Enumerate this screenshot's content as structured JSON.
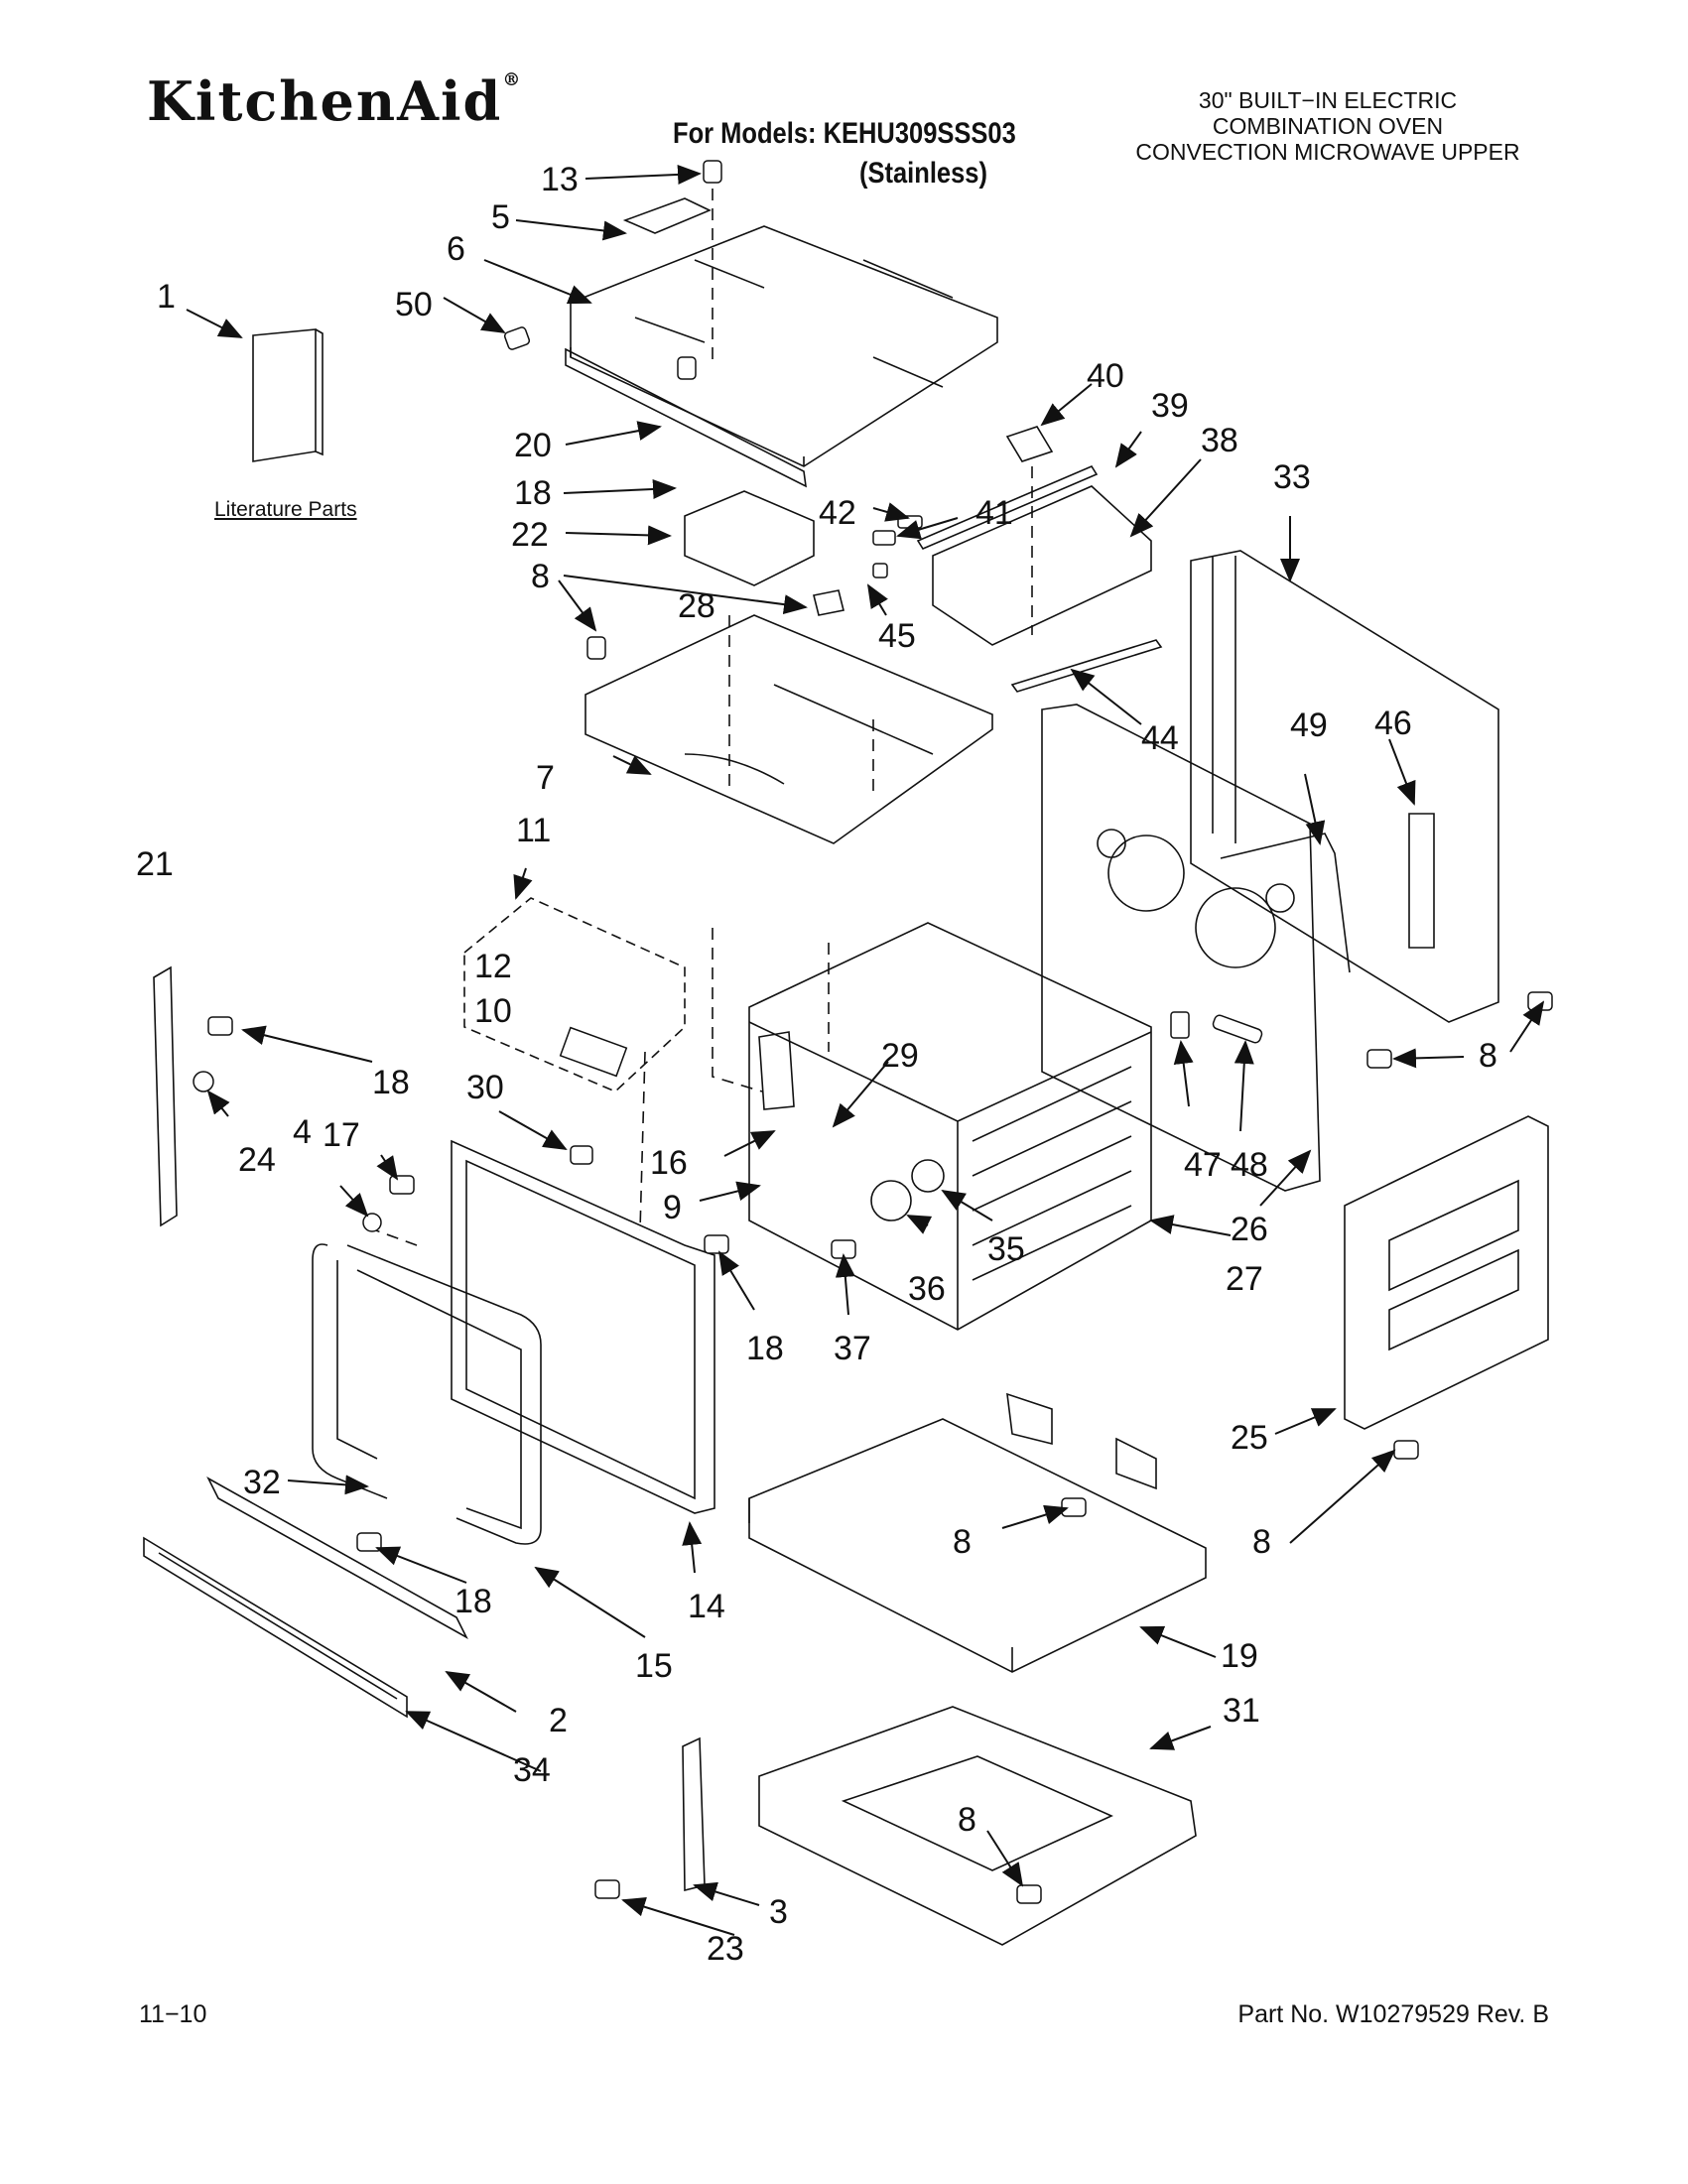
{
  "header": {
    "brand": "KitchenAid",
    "brand_mark": "®",
    "models_line": "For Models: KEHU309SSS03",
    "finish": "(Stainless)",
    "description": [
      "30\" BUILT−IN ELECTRIC",
      "COMBINATION OVEN",
      "CONVECTION MICROWAVE UPPER"
    ]
  },
  "literature_label": "Literature Parts",
  "callouts": [
    "1",
    "2",
    "3",
    "4",
    "5",
    "6",
    "7",
    "8",
    "9",
    "10",
    "11",
    "12",
    "13",
    "14",
    "15",
    "16",
    "17",
    "18",
    "19",
    "20",
    "21",
    "22",
    "23",
    "24",
    "25",
    "26",
    "27",
    "28",
    "29",
    "30",
    "31",
    "32",
    "33",
    "34",
    "35",
    "36",
    "37",
    "38",
    "39",
    "40",
    "41",
    "42",
    "44",
    "45",
    "46",
    "47",
    "48",
    "49",
    "50"
  ],
  "footer": {
    "date_code": "11−10",
    "part_no": "Part No. W10279529 Rev. B"
  }
}
